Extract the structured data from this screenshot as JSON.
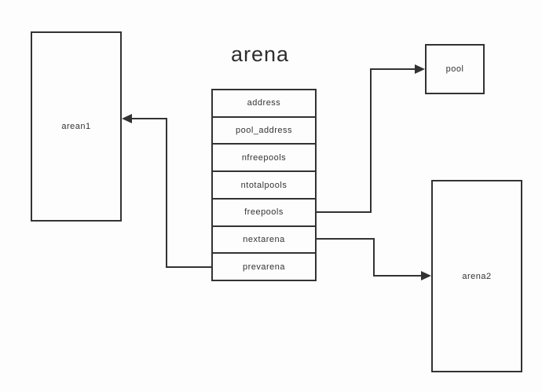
{
  "title": "arena",
  "struct_table": {
    "name": "arena-struct-fields",
    "rows": [
      "address",
      "pool_address",
      "nfreepools",
      "ntotalpools",
      "freepools",
      "nextarena",
      "prevarena"
    ]
  },
  "boxes": {
    "arean1": {
      "label": "arean1"
    },
    "pool": {
      "label": "pool"
    },
    "arena2": {
      "label": "arena2"
    }
  },
  "connections": [
    {
      "from": "freepools",
      "to": "pool"
    },
    {
      "from": "nextarena",
      "to": "arena2"
    },
    {
      "from": "prevarena",
      "to": "arean1"
    }
  ],
  "colors": {
    "line": "#333333",
    "text": "#333333",
    "background": "#fdfdfd"
  }
}
